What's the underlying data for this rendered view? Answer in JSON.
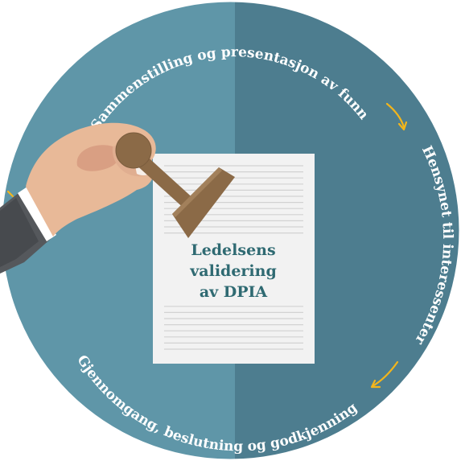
{
  "steps": [
    {
      "label": "Sammenstilling og presentasjon av funn"
    },
    {
      "label": "Hensynet til interessenter"
    },
    {
      "label": "Gjennomgang, beslutning og godkjenning"
    }
  ],
  "center": {
    "line1": "Ledelsens",
    "line2": "validering",
    "line3": "av DPIA"
  },
  "colors": {
    "circle_left": "#5f96a8",
    "circle_right": "#4d7d8f",
    "arrow": "#f2b51c",
    "title_text": "#2f6a72",
    "paper": "#f2f2f2",
    "stamp": "#8b6a47"
  },
  "icons": [
    "stamp-icon",
    "hand-icon",
    "document-icon",
    "arrow-icon"
  ]
}
